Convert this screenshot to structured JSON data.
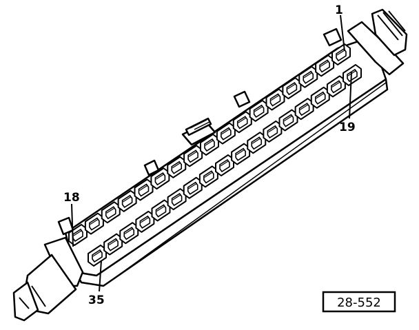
{
  "diagram": {
    "callouts": {
      "top_right": "1",
      "right_lower": "19",
      "left_upper": "18",
      "left_lower": "35"
    },
    "reference_number": "28-552",
    "colors": {
      "ink": "#000000",
      "paper": "#ffffff",
      "shade": "#d9d9d9"
    }
  }
}
